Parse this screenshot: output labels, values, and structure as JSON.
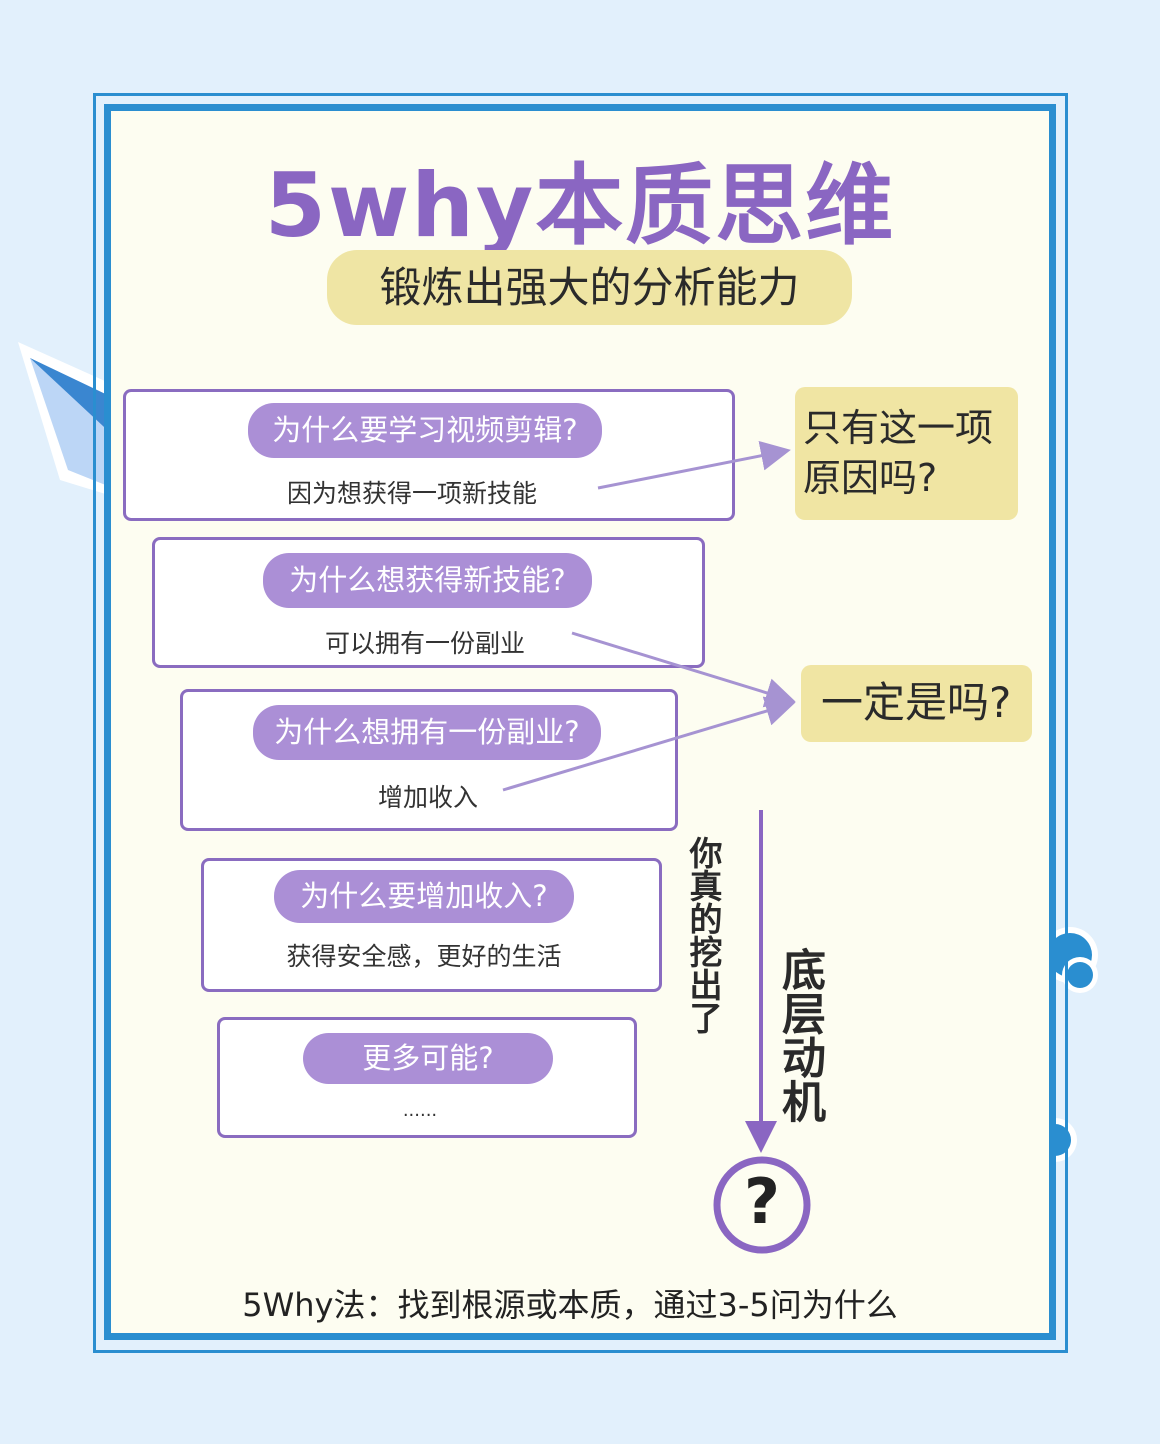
{
  "title": "5why本质思维",
  "subtitle": "锻炼出强大的分析能力",
  "steps": [
    {
      "question": "为什么要学习视频剪辑?",
      "answer": "因为想获得一项新技能"
    },
    {
      "question": "为什么想获得新技能?",
      "answer": "可以拥有一份副业"
    },
    {
      "question": "为什么想拥有一份副业?",
      "answer": "增加收入"
    },
    {
      "question": "为什么要增加收入?",
      "answer": "获得安全感，更好的生活"
    },
    {
      "question": "更多可能?",
      "answer": "......"
    }
  ],
  "callouts": [
    {
      "line1": "只有这一项",
      "line2": "原因吗?"
    },
    {
      "line1": "一定是吗?"
    }
  ],
  "side_note": "你真的挖出了",
  "bottom_label": "底层动机",
  "question_mark": "?",
  "footer": "5Why法：找到根源或本质，通过3-5问为什么",
  "colors": {
    "accent": "#8a66c2",
    "frame": "#2a8ed0",
    "callout": "#f0e5a3"
  }
}
